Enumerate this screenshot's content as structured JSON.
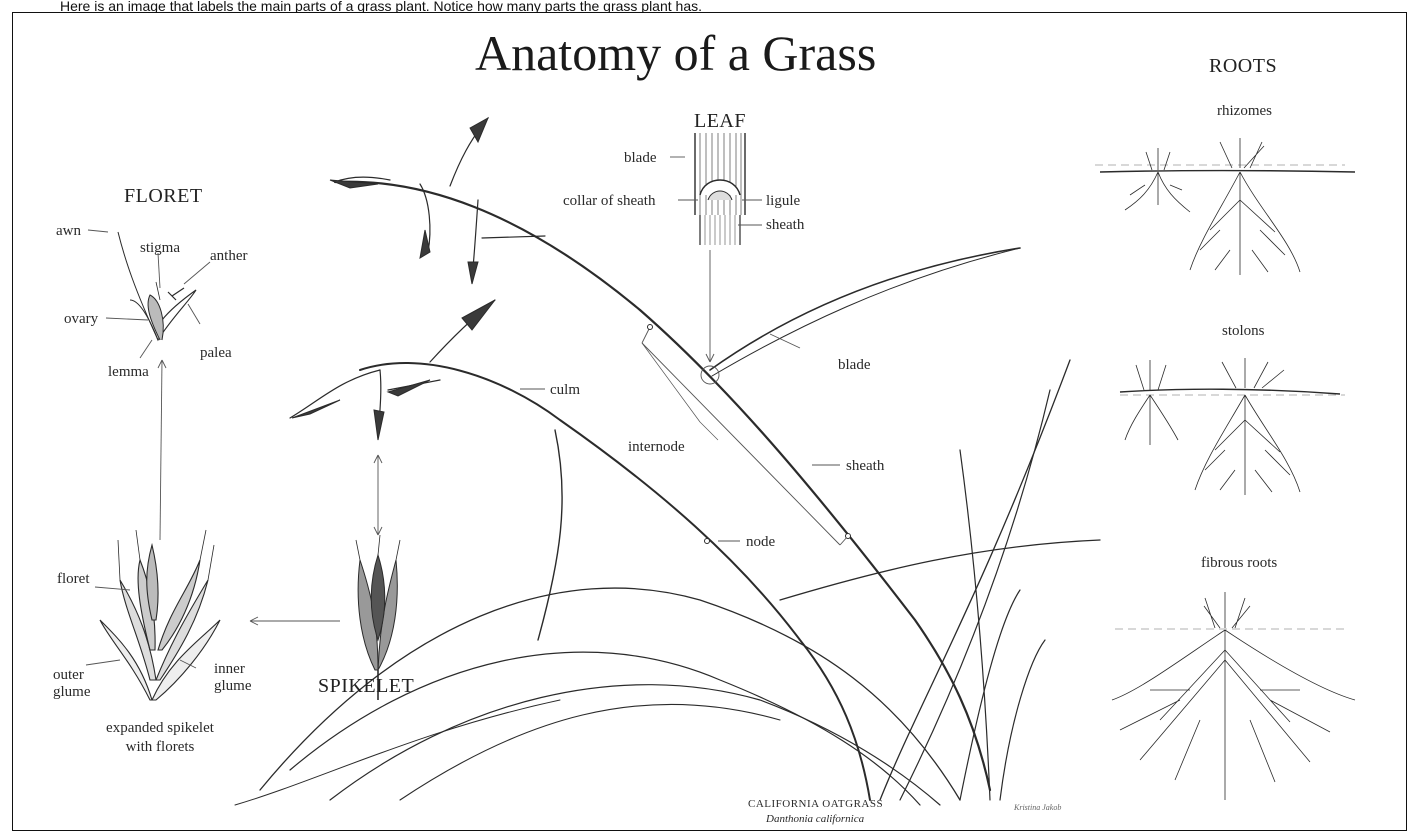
{
  "top_caption": "Here is an image that labels the main parts of a grass plant. Notice how many parts the grass plant has.",
  "title": "Anatomy of a Grass",
  "floret": {
    "heading": "FLORET",
    "labels": {
      "awn": "awn",
      "stigma": "stigma",
      "anther": "anther",
      "ovary": "ovary",
      "palea": "palea",
      "lemma": "lemma"
    }
  },
  "expanded_spikelet": {
    "floret": "floret",
    "outer_glume": "outer\nglume",
    "inner_glume": "inner\nglume",
    "caption": "expanded spikelet\nwith florets"
  },
  "spikelet": {
    "heading": "SPIKELET"
  },
  "leaf": {
    "heading": "LEAF",
    "labels": {
      "blade": "blade",
      "collar": "collar of sheath",
      "ligule": "ligule",
      "sheath": "sheath"
    }
  },
  "plant_labels": {
    "culm": "culm",
    "internode": "internode",
    "node": "node",
    "blade": "blade",
    "sheath": "sheath"
  },
  "roots": {
    "heading": "ROOTS",
    "types": [
      "rhizomes",
      "stolons",
      "fibrous roots"
    ]
  },
  "credit": {
    "common_name": "CALIFORNIA OATGRASS",
    "scientific_name": "Danthonia californica",
    "signature": "Kristina Jakob"
  },
  "colors": {
    "ink": "#222222",
    "line": "#888888",
    "background": "#ffffff"
  }
}
